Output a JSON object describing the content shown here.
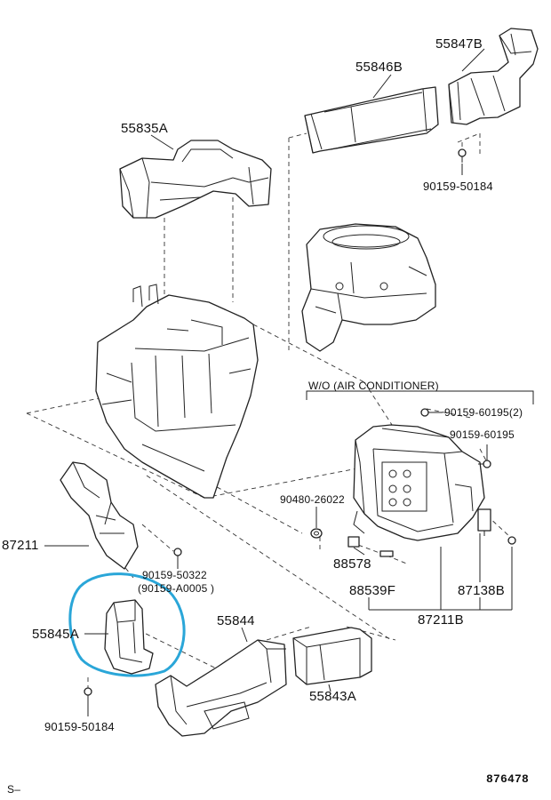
{
  "highlight_color": "#2aa6d8",
  "group_header": "W/O (AIR CONDITIONER)",
  "labels": {
    "p55847B": "55847B",
    "p55846B": "55846B",
    "p55835A": "55835A",
    "p9015950184_top": "90159-50184",
    "p9015960195_2": "90159-60195(2)",
    "p9015960195": "90159-60195",
    "p9048026022": "90480-26022",
    "p87211": "87211",
    "p9015950322": "90159-50322",
    "p90159A0005": "(90159-A0005 )",
    "p88578": "88578",
    "p88539F": "88539F",
    "p87138B": "87138B",
    "p87211B": "87211B",
    "p55845A": "55845A",
    "p55844": "55844",
    "p55843A": "55843A",
    "p9015950184_bot": "90159-50184",
    "corner_left": "S–",
    "corner_right": "876478"
  }
}
